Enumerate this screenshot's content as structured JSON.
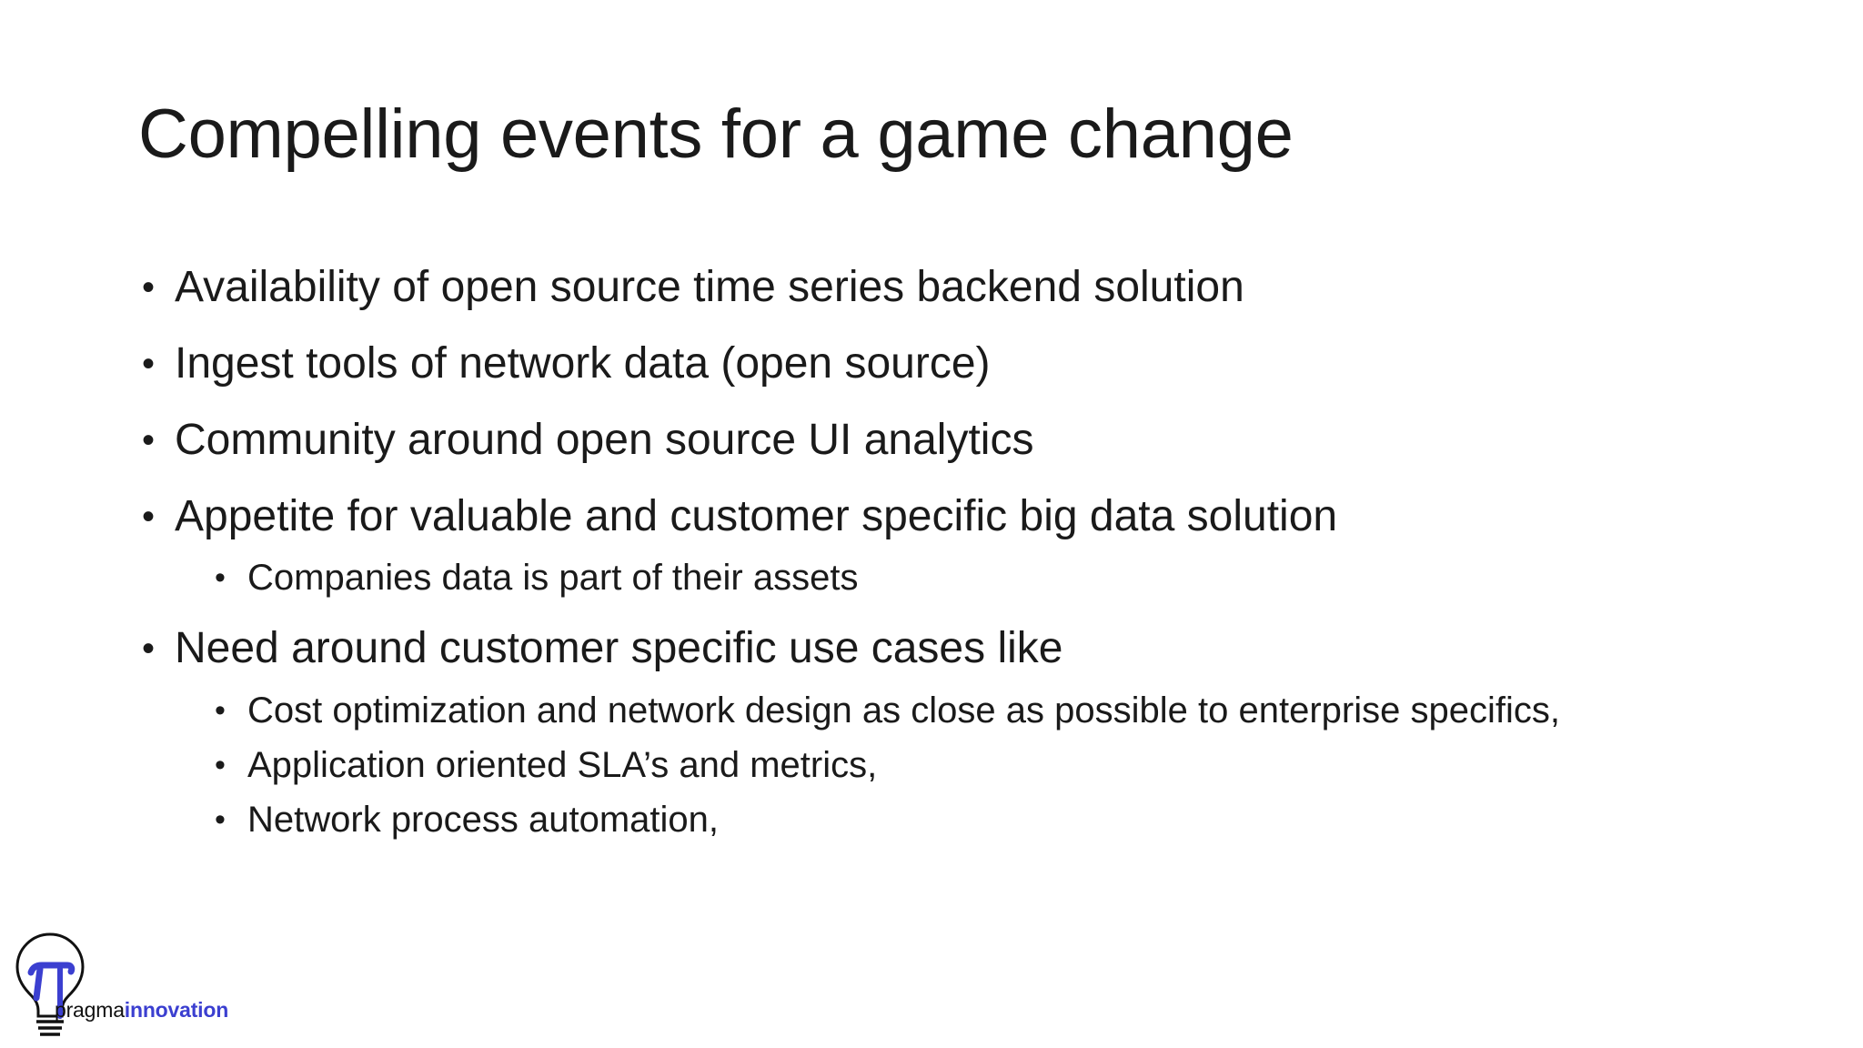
{
  "slide": {
    "title": "Compelling events for a game change",
    "background_color": "#FFFFFF",
    "text_color": "#1A1A1A",
    "bullet_glyph": "•",
    "bullets": [
      {
        "level": 1,
        "text": "Availability of open source time series backend solution"
      },
      {
        "level": 1,
        "text": "Ingest tools of network data (open source)"
      },
      {
        "level": 1,
        "text": "Community around open source UI analytics"
      },
      {
        "level": 1,
        "text": "Appetite for valuable and customer specific big data solution"
      },
      {
        "level": 2,
        "text": "Companies data is part of their assets"
      },
      {
        "level": 1,
        "text": "Need around customer specific use cases like"
      },
      {
        "level": 2,
        "text": "Cost optimization and network design as close as possible to enterprise specifics,"
      },
      {
        "level": 2,
        "text": "Application oriented SLA’s and metrics,"
      },
      {
        "level": 2,
        "text": "Network process automation,"
      }
    ]
  },
  "logo": {
    "icon_name": "lightbulb-pi-icon",
    "word_primary": "pragma",
    "word_secondary": "innovation",
    "accent_color": "#3B3FD0",
    "outline_color": "#111111"
  }
}
